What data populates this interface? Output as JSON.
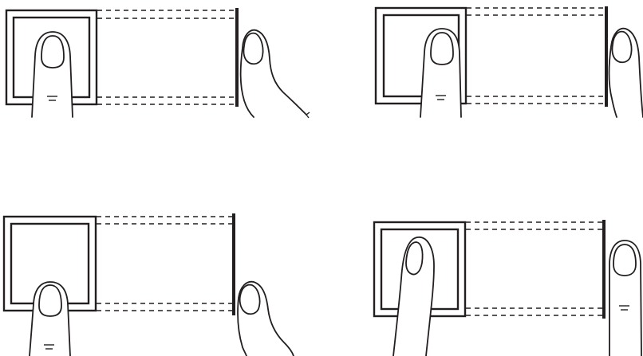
{
  "diagram": {
    "panels": [
      {
        "placement": "centered"
      },
      {
        "placement": "too-low-right"
      },
      {
        "placement": "too-low"
      },
      {
        "placement": "tilted"
      }
    ],
    "colors": {
      "background": "#ffffff",
      "line": "#231f20"
    }
  }
}
